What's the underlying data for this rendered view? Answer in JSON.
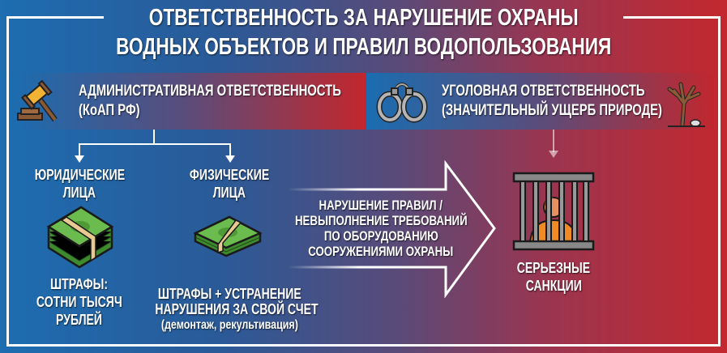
{
  "title": {
    "line1": "ОТВЕТСТВЕННОСТЬ ЗА НАРУШЕНИЕ ОХРАНЫ",
    "line2": "ВОДНЫХ ОБЪЕКТОВ И ПРАВИЛ ВОДОПОЛЬЗОВАНИЯ"
  },
  "administrative": {
    "line1": "АДМИНИСТРАТИВНАЯ ОТВЕТСТВЕННОСТЬ",
    "line2": "(КоАП РФ)",
    "icon": "gavel-icon"
  },
  "criminal": {
    "line1": "УГОЛОВНАЯ ОТВЕТСТВЕННОСТЬ",
    "line2": "(ЗНАЧИТЕЛЬНЫЙ УЩЕРБ ПРИРОДЕ)",
    "icons": [
      "handcuffs-icon",
      "dead-tree-icon"
    ]
  },
  "legal_entities": {
    "line1": "ЮРИДИЧЕСКИЕ",
    "line2": "ЛИЦА",
    "fine1": "ШТРАФЫ:",
    "fine2": "СОТНИ ТЫСЯЧ",
    "fine3": "РУБЛЕЙ",
    "icon": "money-stack-large-icon"
  },
  "individuals": {
    "line1": "ФИЗИЧЕСКИЕ",
    "line2": "ЛИЦА",
    "fine1": "ШТРАФЫ + УСТРАНЕНИЕ",
    "fine2": "НАРУШЕНИЯ ЗА СВОЙ СЧЕТ",
    "fine3": "(демонтаж, рекультивация)",
    "icon": "money-stack-small-icon"
  },
  "arrow": {
    "line1": "НАРУШЕНИЕ ПРАВИЛ /",
    "line2": "НЕВЫПОЛНЕНИЕ ТРЕБОВАНИЙ",
    "line3": "ПО ОБОРУДОВАНИЮ",
    "line4": "СООРУЖЕНИЯМИ ОХРАНЫ"
  },
  "sanctions": {
    "line1": "СЕРЬЕЗНЫЕ",
    "line2": "САНКЦИИ",
    "icon": "prisoner-behind-bars-icon"
  },
  "colors": {
    "blue": "#1d6db0",
    "red": "#c3282e",
    "money_green": "#5aa845",
    "prisoner_orange": "#f08a24"
  }
}
